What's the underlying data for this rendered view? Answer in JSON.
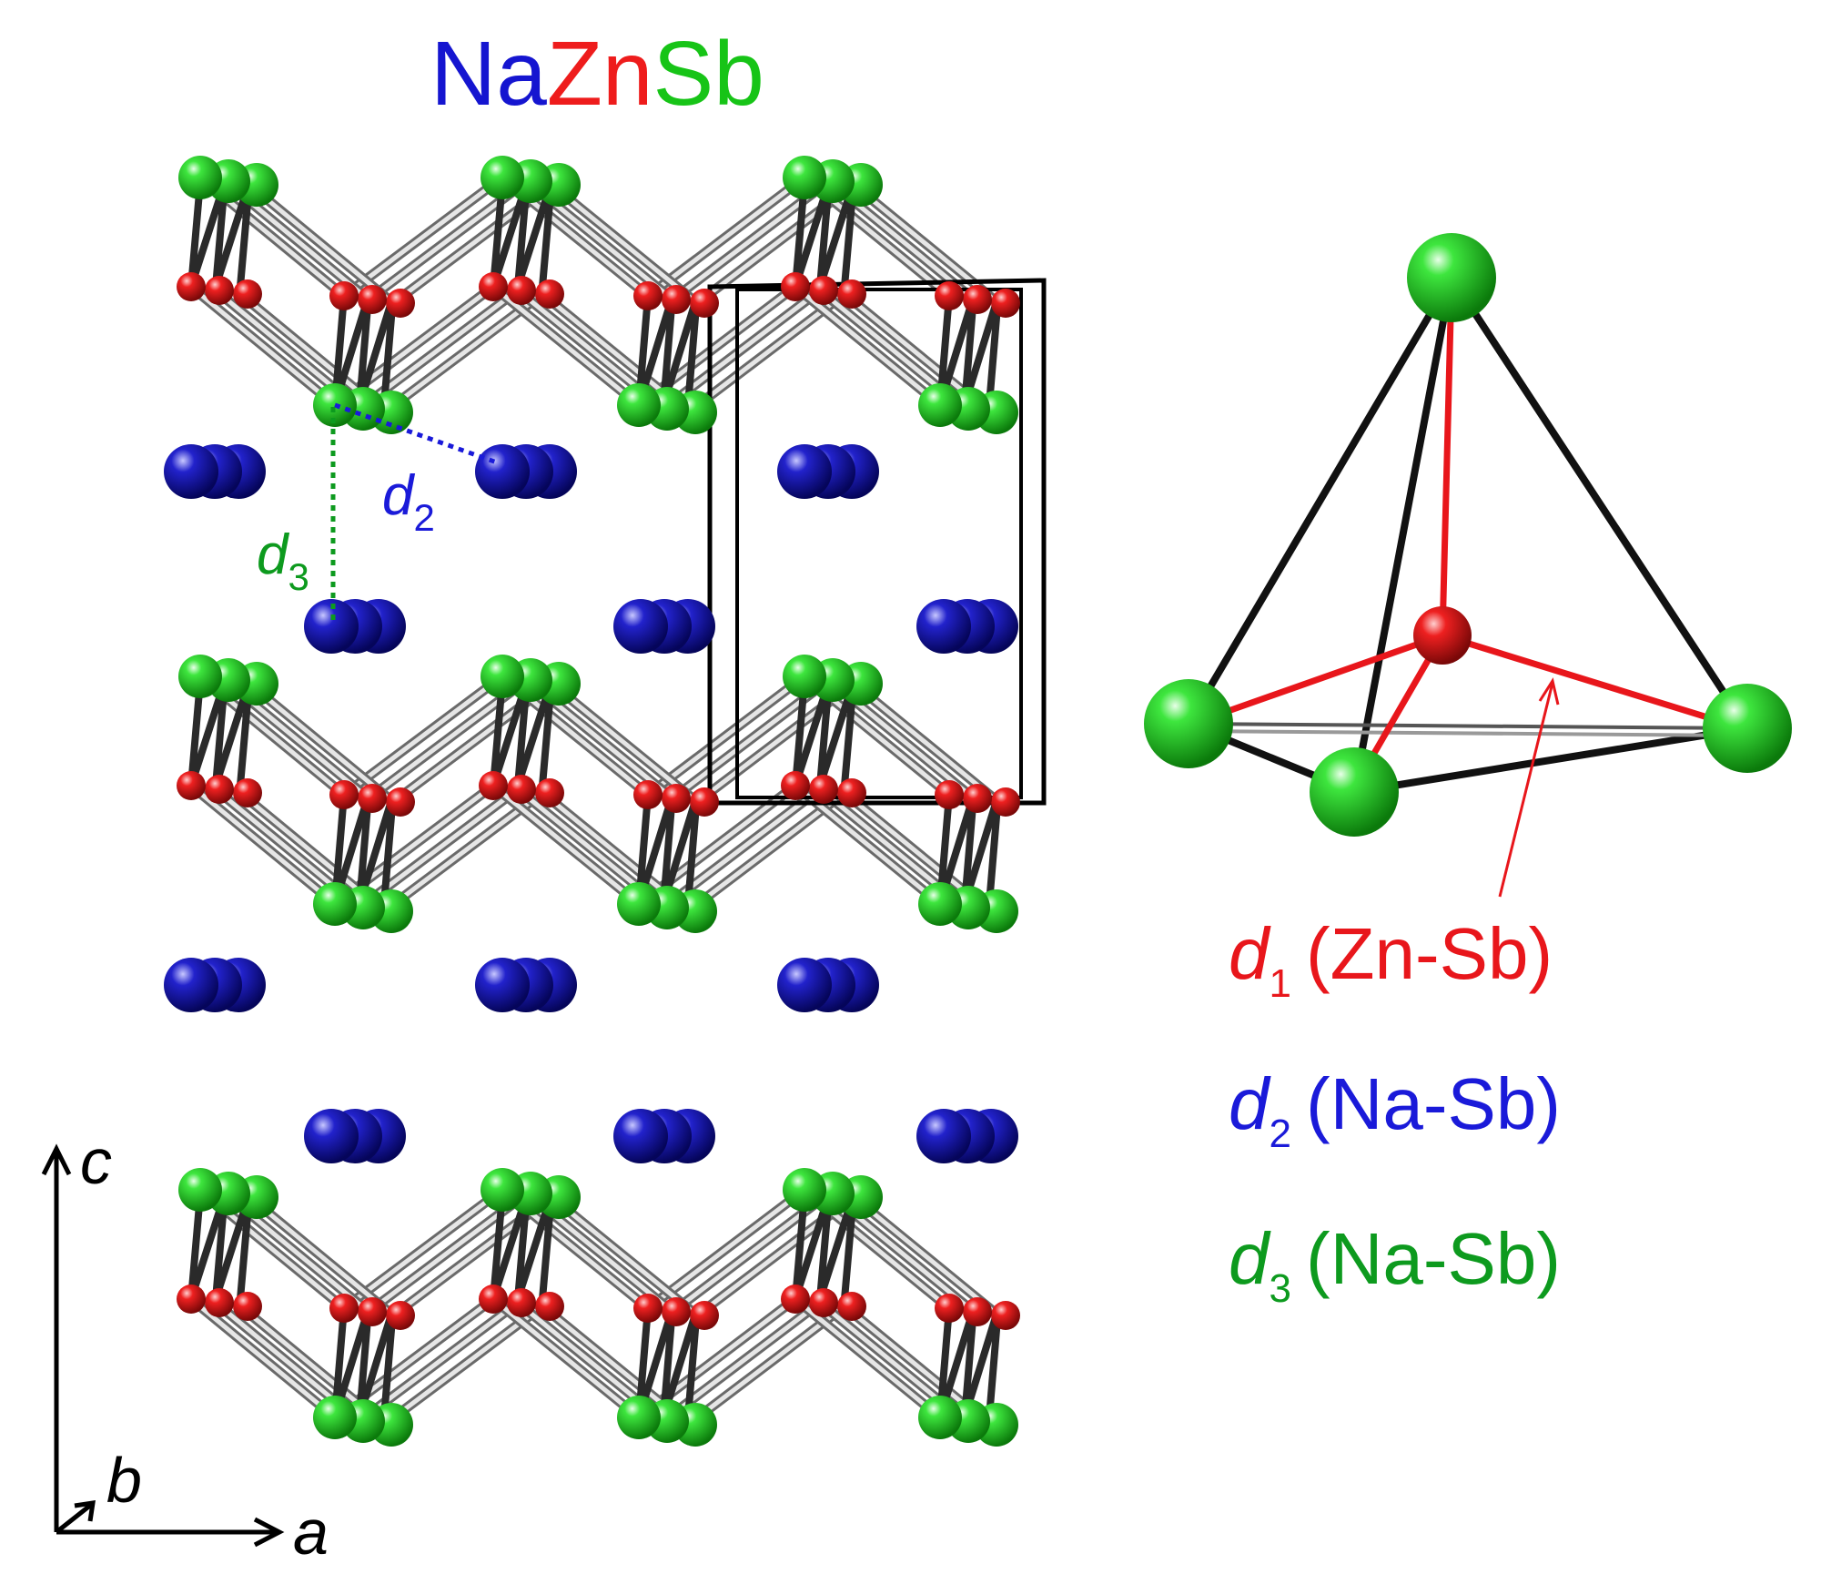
{
  "title": {
    "parts": [
      {
        "text": "Na",
        "color": "#1515d0"
      },
      {
        "text": "Zn",
        "color": "#ee1c1c"
      },
      {
        "text": "Sb",
        "color": "#17c417"
      }
    ]
  },
  "distance_labels": {
    "d2": {
      "symbol": "d",
      "sub": "2",
      "color": "#1a1ad9"
    },
    "d3": {
      "symbol": "d",
      "sub": "3",
      "color": "#0d9a1e"
    }
  },
  "axes": {
    "c": "c",
    "b": "b",
    "a": "a"
  },
  "legend": [
    {
      "symbol": "d",
      "sub": "1",
      "text": "(Zn-Sb)",
      "color": "#e8161b"
    },
    {
      "symbol": "d",
      "sub": "2",
      "text": "(Na-Sb)",
      "color": "#1a1ad9"
    },
    {
      "symbol": "d",
      "sub": "3",
      "text": "(Na-Sb)",
      "color": "#0d9a1e"
    }
  ],
  "atom_colors": {
    "Na": "#1515d0",
    "Zn": "#ee1c1c",
    "Sb": "#17c417"
  }
}
